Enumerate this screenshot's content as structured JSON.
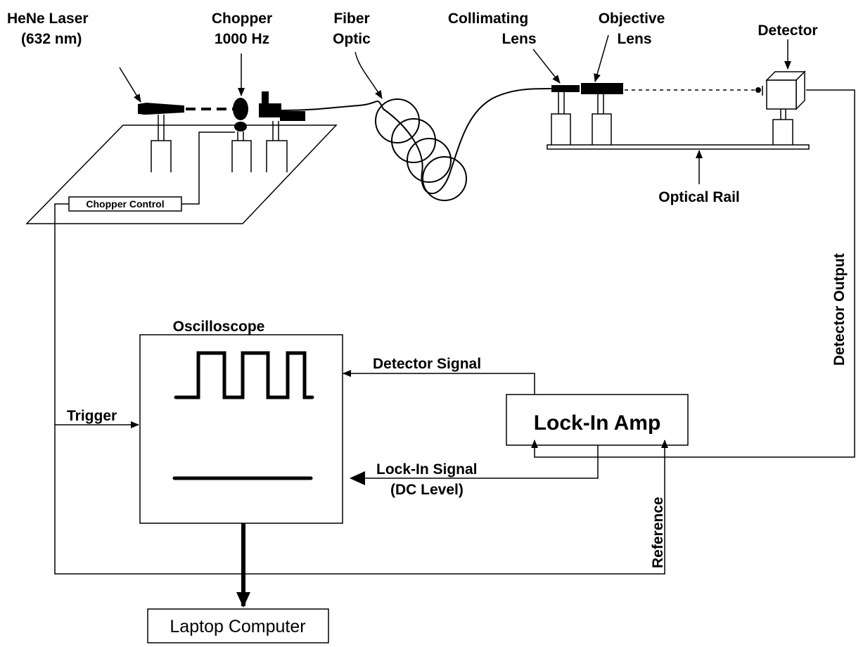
{
  "labels": {
    "laser_line1": "HeNe Laser",
    "laser_line2": "(632 nm)",
    "chopper_line1": "Chopper",
    "chopper_line2": "1000 Hz",
    "fiber_line1": "Fiber",
    "fiber_line2": "Optic",
    "collimating_line1": "Collimating",
    "collimating_line2": "Lens",
    "objective_line1": "Objective",
    "objective_line2": "Lens",
    "detector": "Detector",
    "optical_rail": "Optical Rail",
    "chopper_control": "Chopper Control",
    "detector_output": "Detector Output",
    "oscilloscope": "Oscilloscope",
    "detector_signal": "Detector Signal",
    "lockin_amp": "Lock-In Amp",
    "trigger": "Trigger",
    "lockin_signal_line1": "Lock-In Signal",
    "lockin_signal_line2": "(DC Level)",
    "reference": "Reference",
    "laptop": "Laptop Computer"
  }
}
